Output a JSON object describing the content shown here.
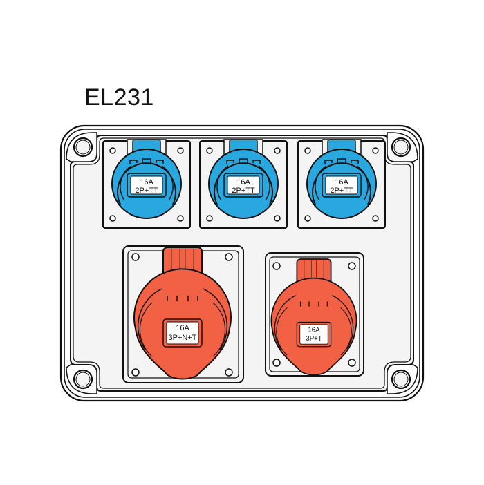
{
  "title": "EL231",
  "colors": {
    "blue_socket": "#29a8e0",
    "red_socket": "#f26144",
    "enclosure_fill": "#f4f4f4",
    "outline": "#111111"
  },
  "enclosure": {
    "name": "distribution-box"
  },
  "sockets": [
    {
      "type": "blue",
      "rating": "16A",
      "poles": "2P+TT"
    },
    {
      "type": "blue",
      "rating": "16A",
      "poles": "2P+TT"
    },
    {
      "type": "blue",
      "rating": "16A",
      "poles": "2P+TT"
    },
    {
      "type": "red",
      "rating": "16A",
      "poles": "3P+N+T"
    },
    {
      "type": "red",
      "rating": "16A",
      "poles": "3P+T"
    }
  ]
}
